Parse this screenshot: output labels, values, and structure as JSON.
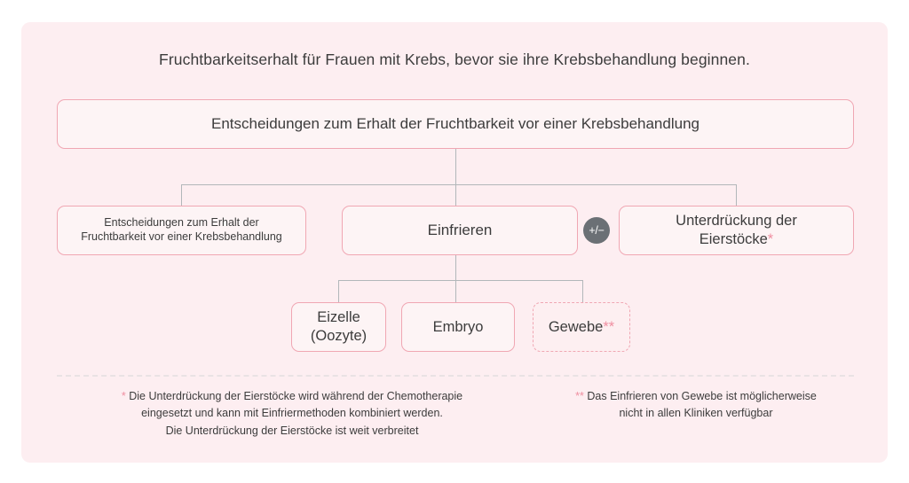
{
  "card": {
    "background_color": "#fdeef1",
    "title": "Fruchtbarkeitserhalt für Frauen mit Krebs, bevor sie ihre Krebsbehandlung beginnen."
  },
  "colors": {
    "box_border": "#f0a7b3",
    "box_fill": "#fdf4f5",
    "text": "#3c3c3c",
    "accent_pink": "#ef8fa1",
    "connector": "#b2b7ba",
    "badge": "#6b7075"
  },
  "diagram": {
    "root": {
      "label": "Entscheidungen zum Erhalt der Fruchtbarkeit vor einer Krebsbehandlung"
    },
    "level2": [
      {
        "id": "options",
        "label": "Entscheidungen zum Erhalt der\nFruchtbarkeit vor einer Krebsbehandlung",
        "line1": "Entscheidungen zum Erhalt der",
        "line2": "Fruchtbarkeit vor einer Krebsbehandlung",
        "style": "solid"
      },
      {
        "id": "freezing",
        "label": "Einfrieren",
        "style": "solid"
      },
      {
        "id": "suppression",
        "line1": "Unterdrückung der",
        "line2": "Eierstöcke",
        "marker": "*",
        "style": "solid"
      }
    ],
    "connector_badge": {
      "label": "+/−"
    },
    "level3": [
      {
        "id": "oocyte",
        "line1": "Eizelle",
        "line2": "(Oozyte)",
        "style": "solid"
      },
      {
        "id": "embryo",
        "label": "Embryo",
        "style": "solid"
      },
      {
        "id": "tissue",
        "label": "Gewebe",
        "marker": "**",
        "style": "dashed"
      }
    ]
  },
  "footnotes": [
    {
      "marker": "*",
      "line1": "Die Unterdrückung der Eierstöcke wird während der Chemotherapie",
      "line2": "eingesetzt und kann mit Einfriermethoden kombiniert werden.",
      "line3": "Die Unterdrückung der Eierstöcke ist weit verbreitet"
    },
    {
      "marker": "**",
      "line1": "Das Einfrieren von Gewebe ist möglicherweise",
      "line2": "nicht in allen Kliniken verfügbar"
    }
  ]
}
